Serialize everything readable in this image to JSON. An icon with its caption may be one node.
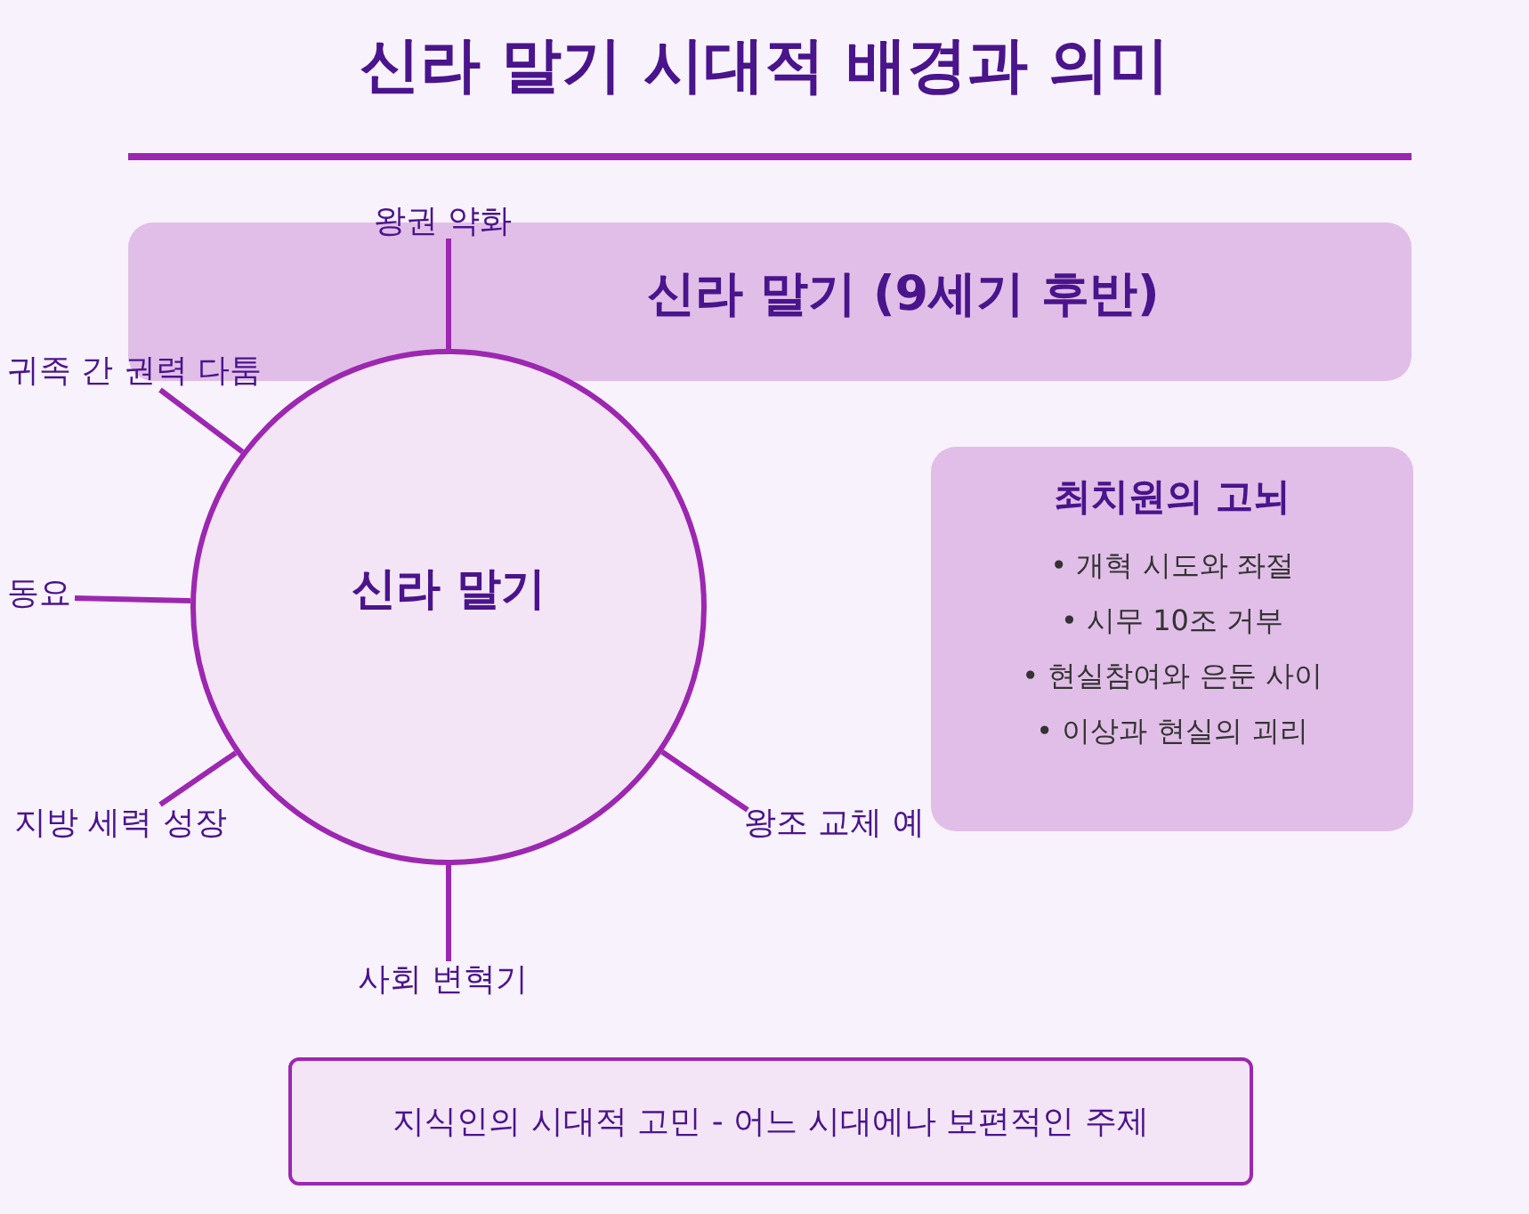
{
  "diagram": {
    "title": "신라 말기 시대적 배경과 의미",
    "nodes": [
      {
        "text": [
          "신라 말기 (9세기 후반)"
        ]
      },
      {
        "text": [
          "신라 말기"
        ]
      },
      {
        "text": [
          "왕권 약화"
        ]
      },
      {
        "text": [
          "귀족 간 권력 다툼"
        ]
      },
      {
        "text": [
          "동요"
        ]
      },
      {
        "text": [
          "지방 세력 성장"
        ]
      },
      {
        "text": [
          "사회 변혁기"
        ]
      },
      {
        "text": [
          "왕조 교체 예"
        ]
      },
      {
        "text": [
          "최치원의 고뇌",
          "• 개혁 시도와 좌절",
          "• 시무 10조 거부",
          "• 현실참여와 은둔 사이",
          "• 이상과 현실의 괴리"
        ]
      },
      {
        "text": [
          "지식인의 시대적 고민 - 어느 시대에나 보편적인 주제"
        ]
      }
    ],
    "edges": [
      {
        "from": 1,
        "to": 2,
        "arrow": "none"
      },
      {
        "from": 1,
        "to": 3,
        "arrow": "none"
      },
      {
        "from": 1,
        "to": 4,
        "arrow": "none"
      },
      {
        "from": 1,
        "to": 5,
        "arrow": "none"
      },
      {
        "from": 1,
        "to": 6,
        "arrow": "none"
      },
      {
        "from": 1,
        "to": 7,
        "arrow": "none"
      }
    ]
  }
}
